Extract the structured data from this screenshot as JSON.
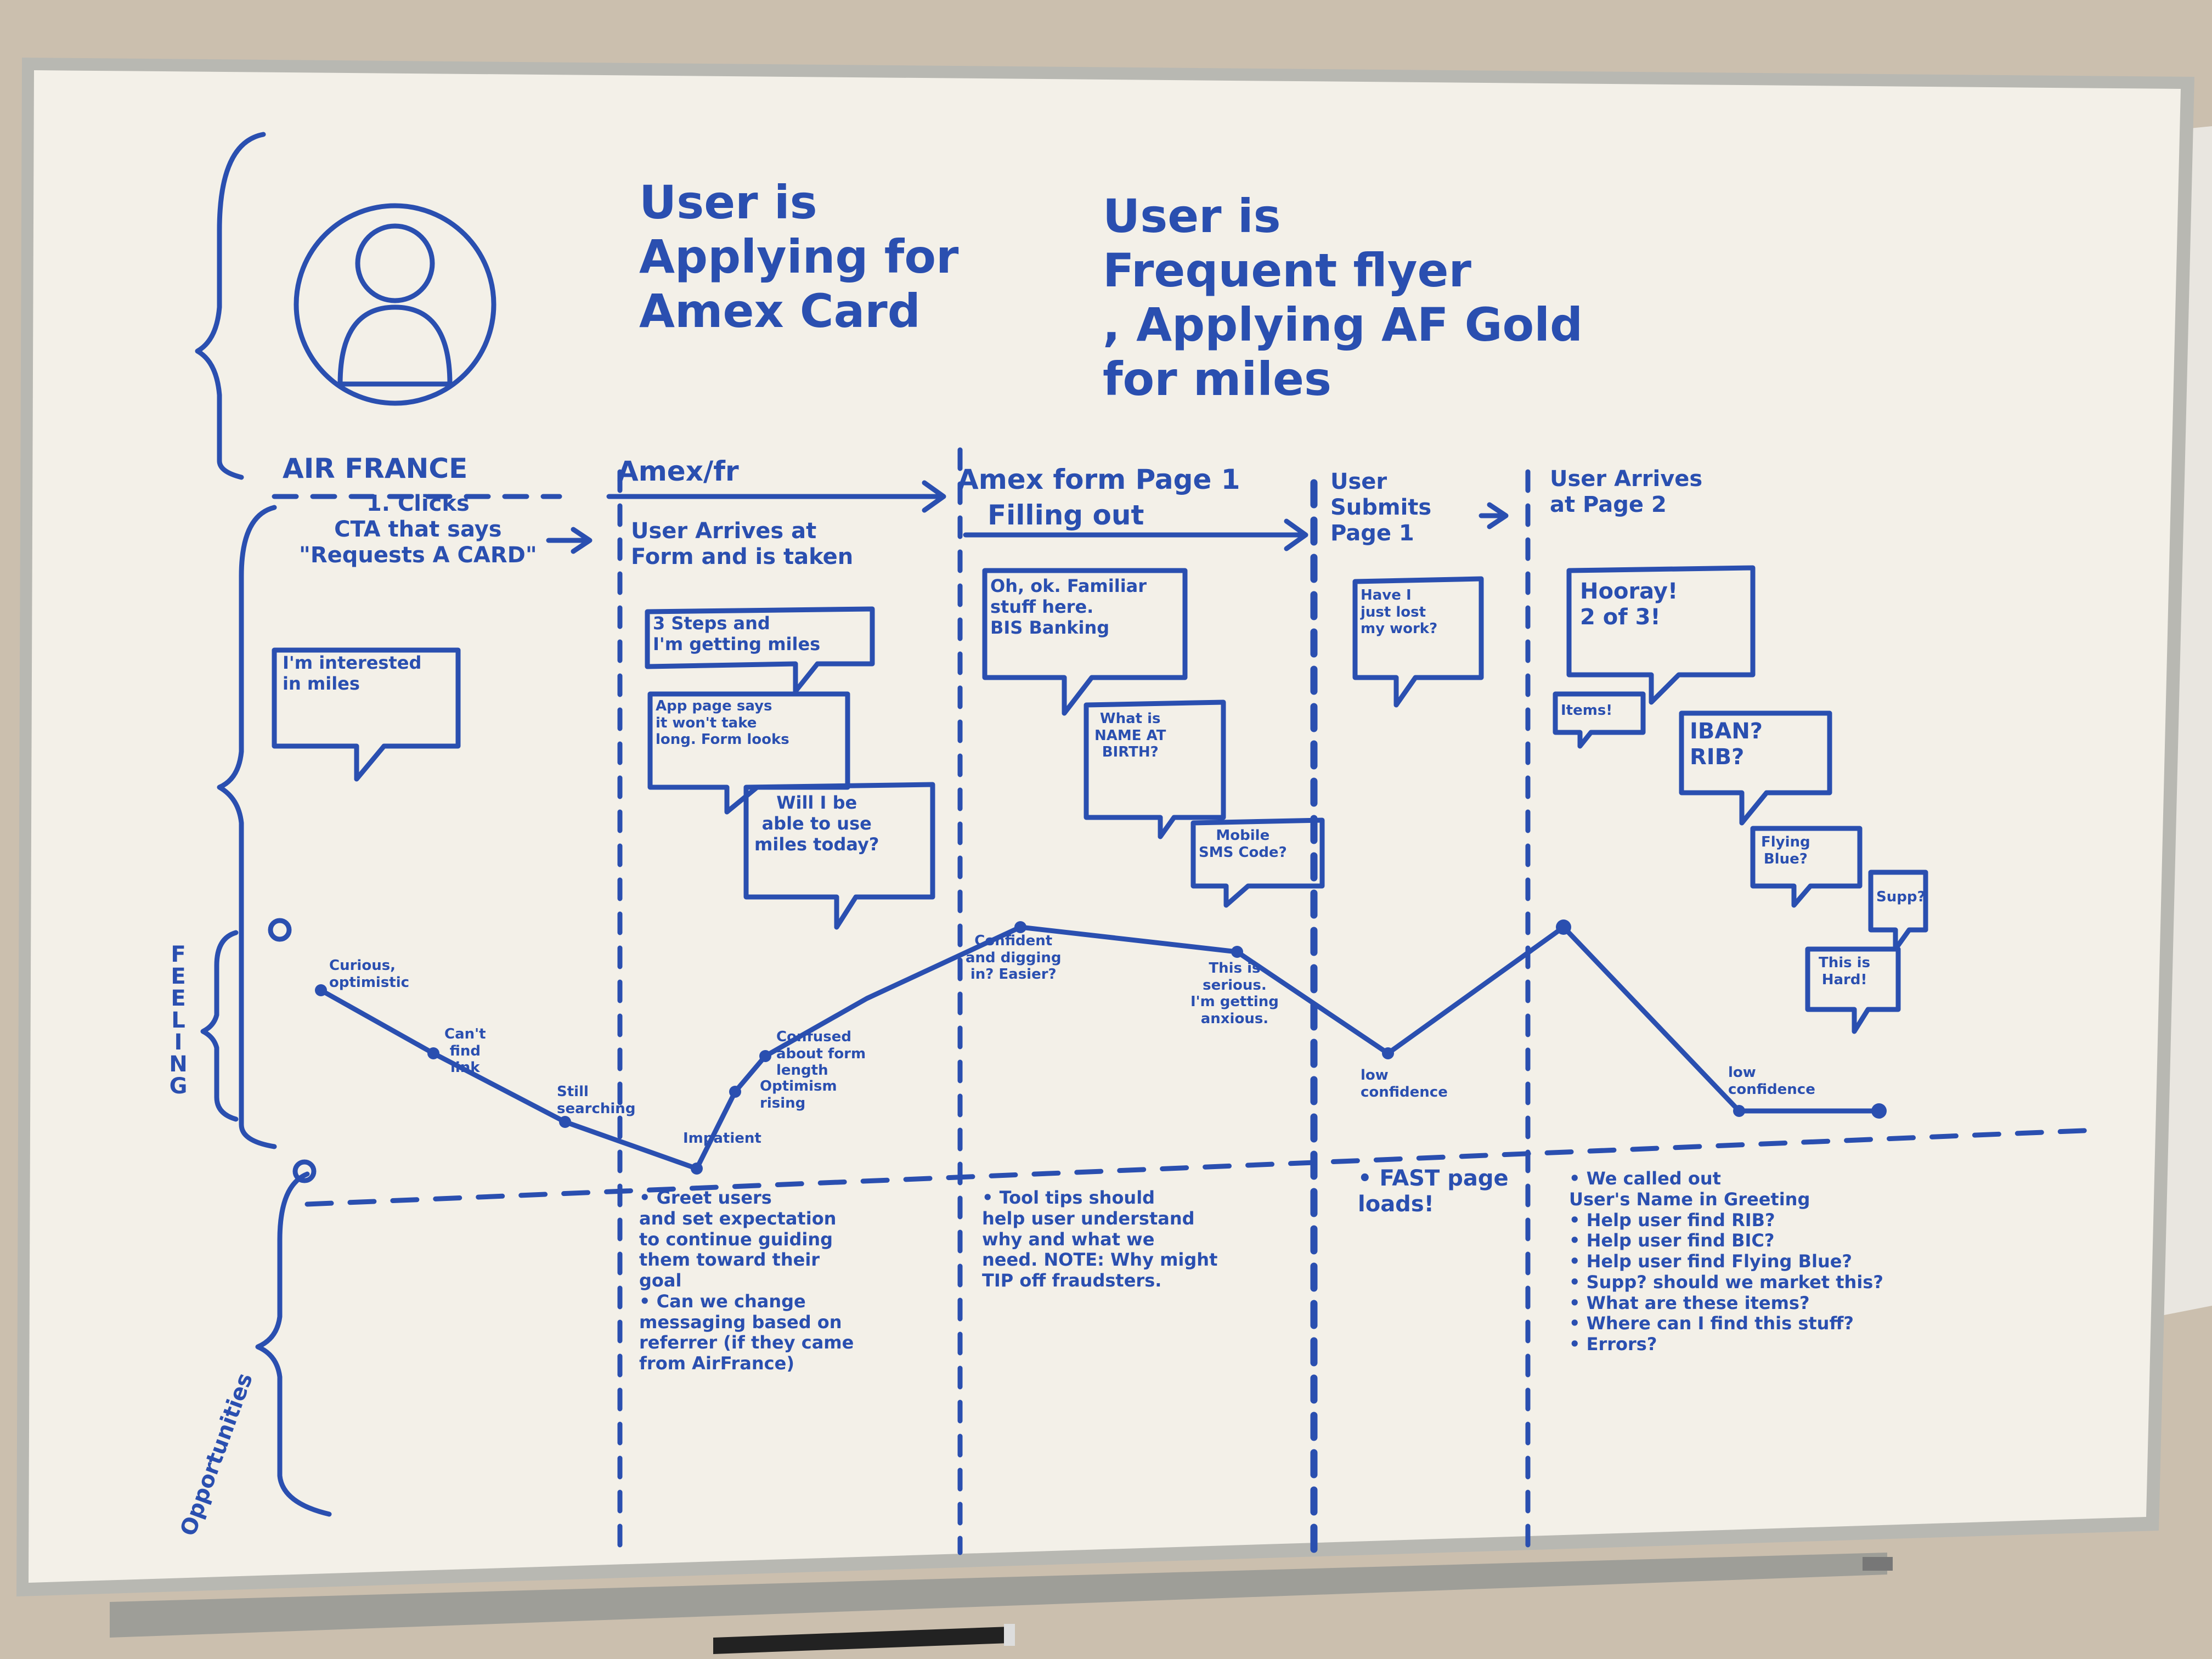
{
  "persona": {
    "statement_1": "User is\nApplying for\nAmex Card",
    "statement_2": "User is\nFrequent flyer\n, Applying AF Gold\nfor miles"
  },
  "stages": [
    {
      "title": "AIR FRANCE",
      "subtitle": "1. Clicks\nCTA that says\n\"Requests A CARD\""
    },
    {
      "title": "Amex/fr",
      "subtitle": "User Arrives at\nForm and is taken"
    },
    {
      "title": "Amex form Page 1",
      "subtitle": "Filling out"
    },
    {
      "title": "User\nSubmits\nPage 1",
      "subtitle": ""
    },
    {
      "title": "User Arrives\nat Page 2",
      "subtitle": ""
    }
  ],
  "thoughts": [
    "I'm interested\nin miles",
    "3 Steps and\nI'm getting miles",
    "App page says\nit won't take\nlong. Form looks",
    "Will I be\nable to use\nmiles today?",
    "Oh, ok. Familiar\nstuff here.\nBIS Banking",
    "What is\nNAME AT\nBIRTH?",
    "Mobile\nSMS Code?",
    "Have I\njust lost\nmy work?",
    "Hooray!\n2 of 3!",
    "Items!",
    "IBAN?\nRIB?",
    "Flying\nBlue?",
    "Supp?",
    "This is\nHard!"
  ],
  "feeling_label": "FEELING",
  "feeling_points": [
    "Curious,\noptimistic",
    "Can't\nfind\nlink",
    "Still\nsearching",
    "Impatient",
    "Optimism\nrising",
    "Confused\nabout form\nlength",
    "Confident\nand digging\nin? Easier?",
    "This is\nserious.\nI'm getting\nanxious.",
    "low\nconfidence",
    "low\nconfidence"
  ],
  "opportunities_label": "Opportunities",
  "opportunities": [
    "• Greet users\nand set expectation\nto continue guiding\nthem toward their\ngoal\n• Can we change\nmessaging based on\nreferrer (if they came\nfrom AirFrance)",
    "• Tool tips should\nhelp user understand\nwhy and what we\nneed. NOTE: Why might\nTIP off fraudsters.",
    "• FAST page\nloads!",
    "• We called out\nUser's Name in Greeting\n• Help user find RIB?\n• Help user find BIC?\n• Help user find Flying Blue?\n• Supp? should we market this?\n• What are these items?\n• Where can I find this stuff?\n• Errors?"
  ],
  "colors": {
    "marker": "#2a4fb0",
    "board": "#f4f1ea",
    "frame": "#b9b9b4",
    "wall": "#cfc4b4"
  }
}
